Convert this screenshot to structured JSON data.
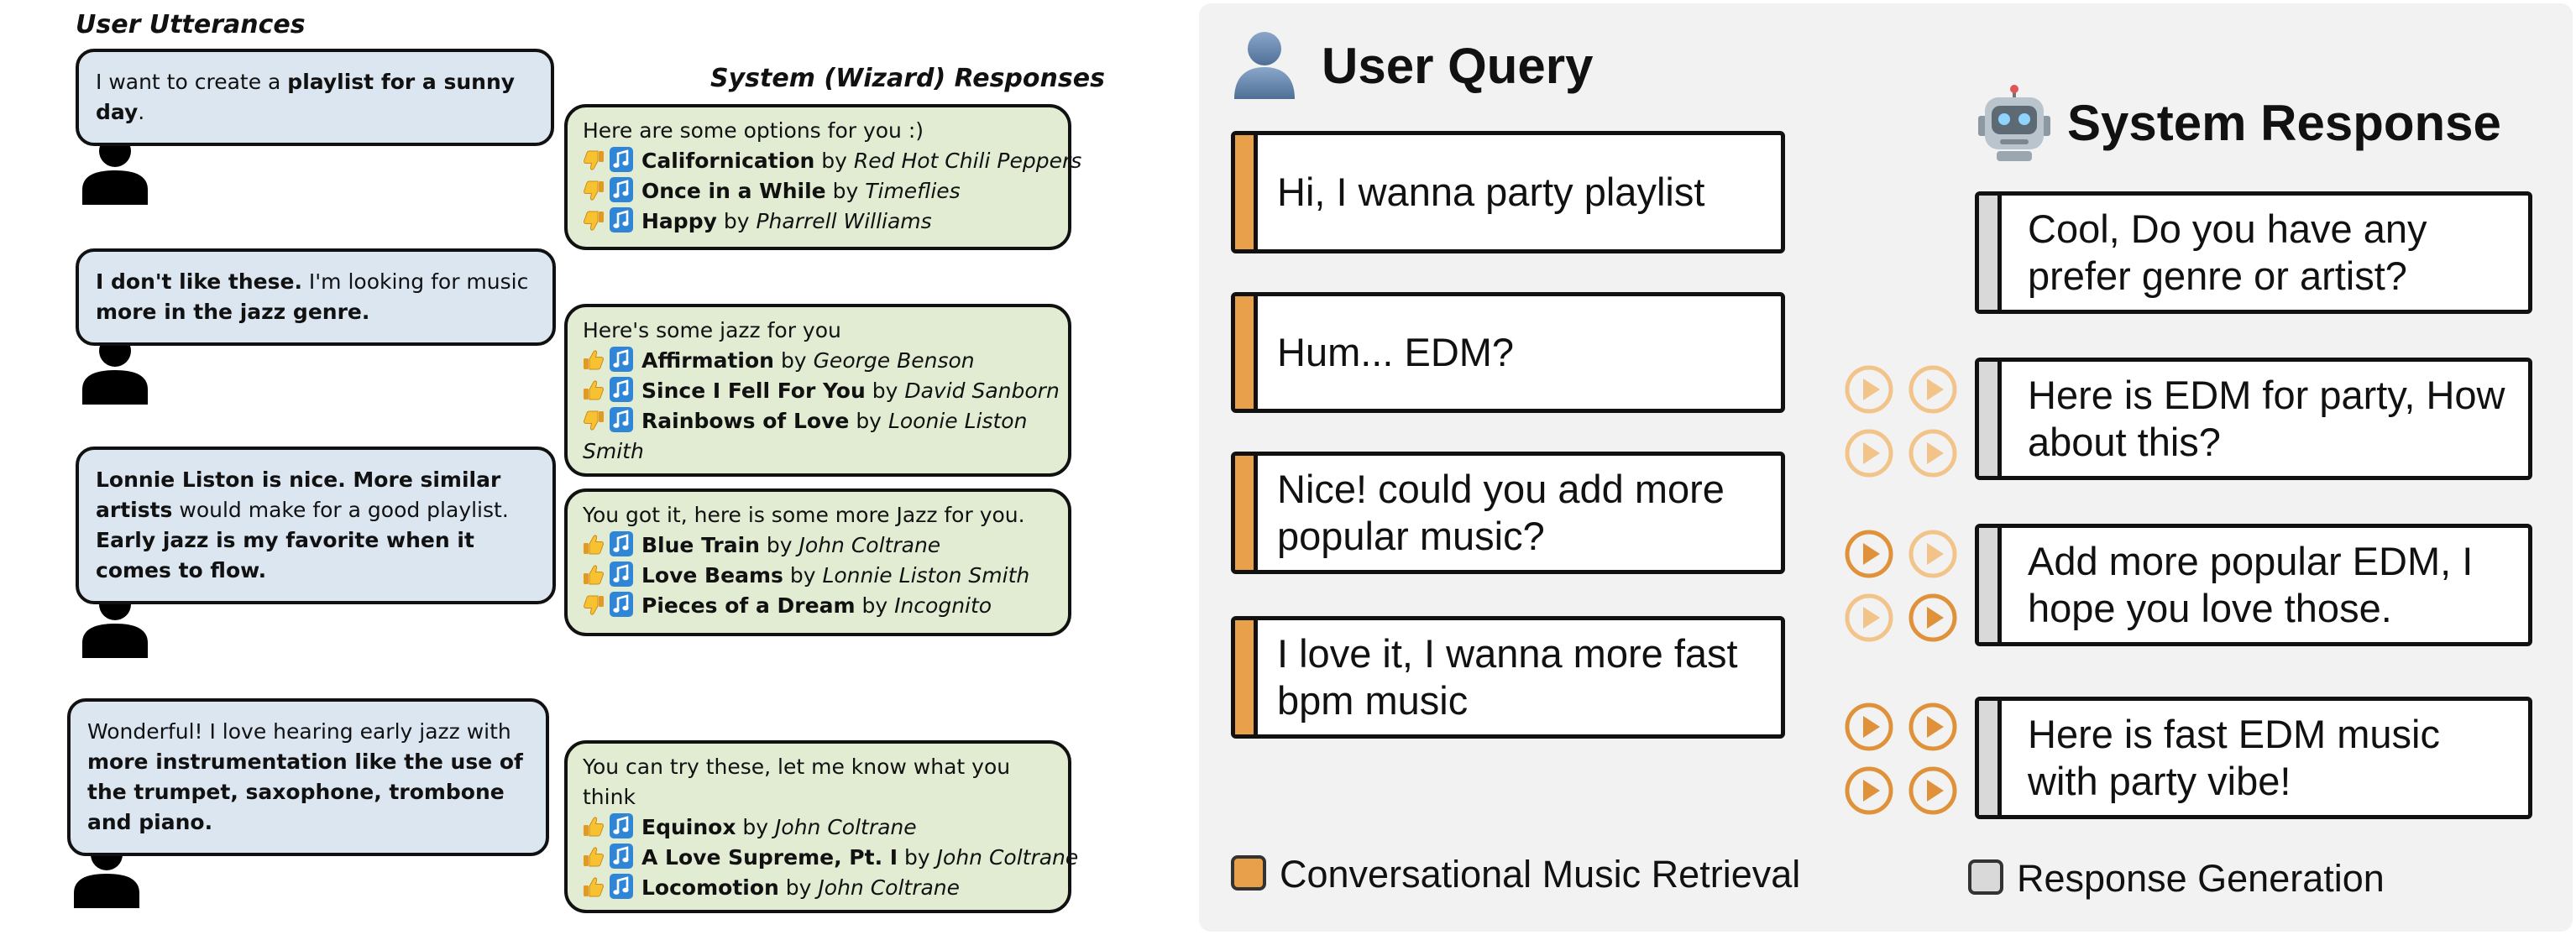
{
  "left_panel": {
    "user_title": "User Utterances",
    "system_title": "System (Wizard) Responses",
    "turns": [
      {
        "user": [
          {
            "text": "I want to create a ",
            "bold": false
          },
          {
            "text": "playlist for a sunny day",
            "bold": true
          },
          {
            "text": ".",
            "bold": false
          }
        ],
        "system_intro": "Here are some options for you :)",
        "songs": [
          {
            "feedback": "thumbs-down",
            "title": "Californication",
            "by": "by",
            "artist": "Red Hot Chili Peppers"
          },
          {
            "feedback": "thumbs-down",
            "title": "Once in a While",
            "by": "by",
            "artist": "Timeflies"
          },
          {
            "feedback": "thumbs-down",
            "title": "Happy",
            "by": "by",
            "artist": "Pharrell Williams"
          }
        ]
      },
      {
        "user": [
          {
            "text": "I don't like these.",
            "bold": true
          },
          {
            "text": " I'm looking for music ",
            "bold": false
          },
          {
            "text": "more in the jazz genre.",
            "bold": true
          }
        ],
        "system_intro": "Here's some jazz for you",
        "songs": [
          {
            "feedback": "thumbs-up",
            "title": "Affirmation",
            "by": "by",
            "artist": "George Benson"
          },
          {
            "feedback": "thumbs-up",
            "title": "Since I Fell For You",
            "by": "by",
            "artist": "David Sanborn"
          },
          {
            "feedback": "thumbs-down",
            "title": "Rainbows of Love",
            "by": "by",
            "artist": "Loonie Liston Smith"
          }
        ]
      },
      {
        "user": [
          {
            "text": "Lonnie Liston is nice. More similar artists",
            "bold": true
          },
          {
            "text": " would make for a good playlist. ",
            "bold": false
          },
          {
            "text": "Early jazz is my favorite when it comes to flow.",
            "bold": true
          }
        ],
        "system_intro": "You got it, here is some more Jazz for you.",
        "songs": [
          {
            "feedback": "thumbs-up",
            "title": "Blue Train",
            "by": "by",
            "artist": "John Coltrane"
          },
          {
            "feedback": "thumbs-up",
            "title": "Love Beams",
            "by": "by",
            "artist": "Lonnie Liston Smith"
          },
          {
            "feedback": "thumbs-down",
            "title": "Pieces of a Dream",
            "by": "by",
            "artist": "Incognito"
          }
        ]
      },
      {
        "user": [
          {
            "text": "Wonderful! I love hearing early jazz with ",
            "bold": false
          },
          {
            "text": "more instrumentation like the use of the trumpet, saxophone, trombone and piano.",
            "bold": true
          }
        ],
        "system_intro": "You can try these, let me know what you think",
        "songs": [
          {
            "feedback": "thumbs-up",
            "title": "Equinox",
            "by": "by",
            "artist": "John Coltrane"
          },
          {
            "feedback": "thumbs-up",
            "title": "A Love Supreme, Pt. I",
            "by": "by",
            "artist": "John Coltrane"
          },
          {
            "feedback": "thumbs-up",
            "title": "Locomotion",
            "by": "by",
            "artist": "John Coltrane"
          }
        ]
      }
    ]
  },
  "right_panel": {
    "user_query_title": "User Query",
    "system_response_title": "System Response",
    "queries": [
      "Hi, I wanna party playlist",
      "Hum... EDM?",
      "Nice! could you add more popular music?",
      "I love it, I wanna more fast bpm music"
    ],
    "responses": [
      {
        "text": "Cool, Do you have any prefer genre or artist?",
        "plays": []
      },
      {
        "text": "Here is EDM for party, How about this?",
        "plays": [
          "light",
          "light",
          "light",
          "light"
        ]
      },
      {
        "text": "Add more popular EDM, I hope you love those.",
        "plays": [
          "dark",
          "light",
          "light",
          "dark"
        ]
      },
      {
        "text": "Here is fast EDM music with party vibe!",
        "plays": [
          "dark",
          "dark",
          "dark",
          "dark"
        ]
      }
    ],
    "legend": [
      {
        "label": "Conversational Music Retrieval",
        "color": "#e8a14a"
      },
      {
        "label": "Response Generation",
        "color": "#d9d9d9"
      }
    ],
    "play_colors": {
      "light": "#f2c48a",
      "dark": "#e0923a"
    }
  }
}
